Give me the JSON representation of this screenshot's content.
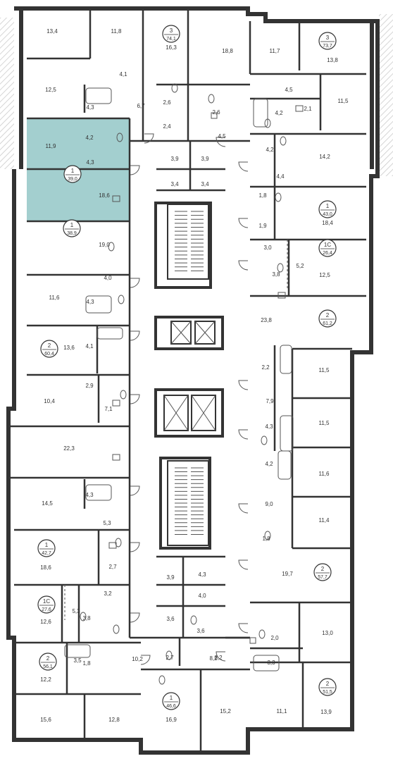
{
  "colors": {
    "wall": "#333333",
    "thin": "#555555",
    "highlight": "#a3cfcf",
    "text": "#333333",
    "hatch": "#c8c8c8"
  },
  "areas": [
    "13,4",
    "11,8",
    "16,3",
    "18,8",
    "11,7",
    "13,8",
    "12,5",
    "4,1",
    "4,3",
    "6,7",
    "2,6",
    "2,6",
    "2,4",
    "4,5",
    "4,5",
    "4,2",
    "2,1",
    "11,5",
    "11,9",
    "4,2",
    "4,3",
    "18,6",
    "3,9",
    "3,9",
    "3,4",
    "3,4",
    "4,2",
    "14,2",
    "4,4",
    "1,8",
    "18,4",
    "1,9",
    "19,0",
    "3,0",
    "5,2",
    "12,5",
    "3,8",
    "4,0",
    "11,6",
    "4,3",
    "23,8",
    "13,6",
    "4,1",
    "2,2",
    "11,5",
    "2,9",
    "10,4",
    "7,9",
    "7,1",
    "11,5",
    "4,3",
    "22,3",
    "4,2",
    "11,6",
    "14,5",
    "4,3",
    "9,0",
    "5,3",
    "11,4",
    "1,8",
    "18,6",
    "2,7",
    "19,7",
    "3,9",
    "4,3",
    "4,0",
    "3,2",
    "5,3",
    "3,8",
    "12,6",
    "3,6",
    "3,6",
    "8,2",
    "2,0",
    "13,0",
    "10,2",
    "3,5",
    "1,8",
    "2,7",
    "8,2",
    "3,3",
    "12,2",
    "15,2",
    "16,9",
    "15,6",
    "12,8",
    "11,1",
    "13,9"
  ],
  "apartments": [
    {
      "rooms": "3",
      "area": "74,1"
    },
    {
      "rooms": "3",
      "area": "73,7"
    },
    {
      "rooms": "1",
      "area": "39,0"
    },
    {
      "rooms": "1",
      "area": "43,0"
    },
    {
      "rooms": "1",
      "area": "38,9"
    },
    {
      "rooms": "1С",
      "area": "26,4"
    },
    {
      "rooms": "2",
      "area": "61,2"
    },
    {
      "rooms": "2",
      "area": "60,4"
    },
    {
      "rooms": "1",
      "area": "42,7"
    },
    {
      "rooms": "2",
      "area": "57,7"
    },
    {
      "rooms": "1С",
      "area": "27,6"
    },
    {
      "rooms": "2",
      "area": "56,1"
    },
    {
      "rooms": "2",
      "area": "51,5"
    },
    {
      "rooms": "1",
      "area": "46,6"
    }
  ]
}
